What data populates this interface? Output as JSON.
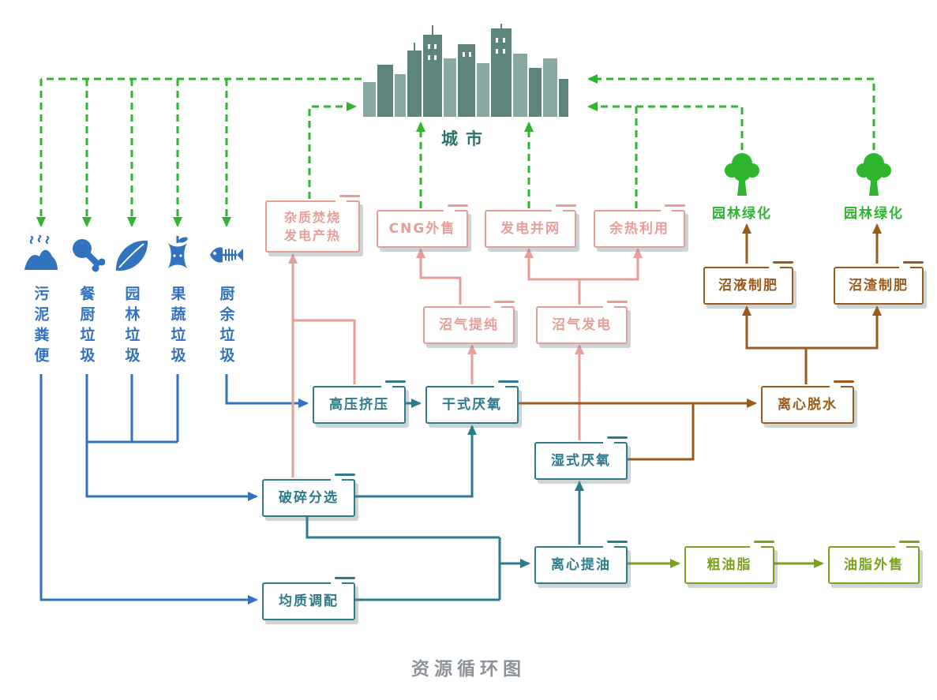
{
  "title": "资源循环图",
  "city": {
    "label": "城市",
    "icon": "city-skyline-icon"
  },
  "sources": [
    {
      "label": "污泥粪便",
      "icon": "sludge-pile-icon"
    },
    {
      "label": "餐厨垃圾",
      "icon": "drumstick-icon"
    },
    {
      "label": "园林垃圾",
      "icon": "leaf-icon"
    },
    {
      "label": "果蔬垃圾",
      "icon": "apple-core-icon"
    },
    {
      "label": "厨余垃圾",
      "icon": "fishbone-icon"
    }
  ],
  "nodes": {
    "impurity_incineration": {
      "label": "杂质焚烧\n发电产热"
    },
    "cng_sale": {
      "label": "CNG外售"
    },
    "grid_connection": {
      "label": "发电并网"
    },
    "waste_heat": {
      "label": "余热利用"
    },
    "biogas_purification": {
      "label": "沼气提纯"
    },
    "biogas_power": {
      "label": "沼气发电"
    },
    "high_pressure_squeeze": {
      "label": "高压挤压"
    },
    "dry_anaerobic": {
      "label": "干式厌氧"
    },
    "wet_anaerobic": {
      "label": "湿式厌氧"
    },
    "crush_sorting": {
      "label": "破碎分选"
    },
    "homogenization": {
      "label": "均质调配"
    },
    "oil_extraction": {
      "label": "离心提油"
    },
    "centrifugal_dewatering": {
      "label": "离心脱水"
    },
    "liquid_fertilizer": {
      "label": "沼液制肥"
    },
    "residue_fertilizer": {
      "label": "沼渣制肥"
    },
    "crude_oil": {
      "label": "粗油脂"
    },
    "oil_sale": {
      "label": "油脂外售"
    }
  },
  "greening": [
    {
      "label": "园林绿化",
      "icon": "tree-icon"
    },
    {
      "label": "园林绿化",
      "icon": "tree-icon"
    }
  ],
  "colors": {
    "green": "#2fb52f",
    "blue": "#3273bf",
    "teal": "#2e7b8c",
    "pink": "#e59e98",
    "brown": "#9a5a1a",
    "olive": "#7aa21c",
    "city_dark": "#5e847e",
    "city_light": "#8aa8a2",
    "city_text": "#2e7367",
    "title_text": "#8d939a"
  }
}
